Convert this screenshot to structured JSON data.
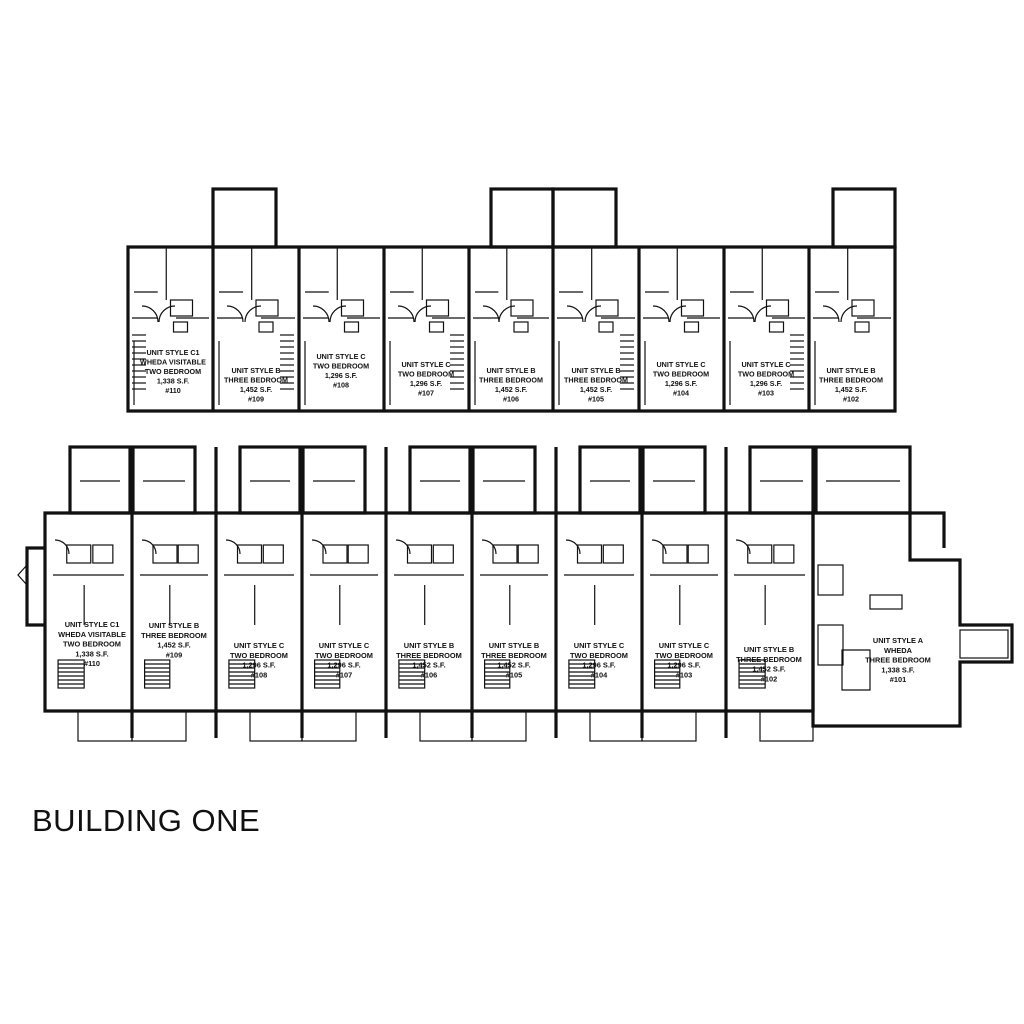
{
  "title": "BUILDING ONE",
  "floors": [
    {
      "name": "upper",
      "units": [
        {
          "lines": [
            "UNIT STYLE C1",
            "WHEDA VISITABLE",
            "TWO BEDROOM",
            "1,338 S.F.",
            "#110"
          ]
        },
        {
          "lines": [
            "UNIT STYLE B",
            "THREE BEDROOM",
            "1,452 S.F.",
            "#109"
          ]
        },
        {
          "lines": [
            "UNIT STYLE C",
            "TWO BEDROOM",
            "1,296 S.F.",
            "#108"
          ]
        },
        {
          "lines": [
            "UNIT STYLE C",
            "TWO BEDROOM",
            "1,296 S.F.",
            "#107"
          ]
        },
        {
          "lines": [
            "UNIT STYLE B",
            "THREE BEDROOM",
            "1,452 S.F.",
            "#106"
          ]
        },
        {
          "lines": [
            "UNIT STYLE B",
            "THREE BEDROOM",
            "1,452 S.F.",
            "#105"
          ]
        },
        {
          "lines": [
            "UNIT STYLE C",
            "TWO BEDROOM",
            "1,296 S.F.",
            "#104"
          ]
        },
        {
          "lines": [
            "UNIT STYLE C",
            "TWO BEDROOM",
            "1,296 S.F.",
            "#103"
          ]
        },
        {
          "lines": [
            "UNIT STYLE B",
            "THREE BEDROOM",
            "1,452 S.F.",
            "#102"
          ]
        }
      ]
    },
    {
      "name": "lower",
      "units": [
        {
          "lines": [
            "UNIT STYLE C1",
            "WHEDA VISITABLE",
            "TWO BEDROOM",
            "1,338 S.F.",
            "#110"
          ]
        },
        {
          "lines": [
            "UNIT STYLE B",
            "THREE BEDROOM",
            "1,452 S.F.",
            "#109"
          ]
        },
        {
          "lines": [
            "UNIT STYLE C",
            "TWO BEDROOM",
            "1,296 S.F.",
            "#108"
          ]
        },
        {
          "lines": [
            "UNIT STYLE C",
            "TWO BEDROOM",
            "1,296 S.F.",
            "#107"
          ]
        },
        {
          "lines": [
            "UNIT STYLE B",
            "THREE BEDROOM",
            "1,452 S.F.",
            "#106"
          ]
        },
        {
          "lines": [
            "UNIT STYLE B",
            "THREE BEDROOM",
            "1,452 S.F.",
            "#105"
          ]
        },
        {
          "lines": [
            "UNIT STYLE C",
            "TWO BEDROOM",
            "1,296 S.F.",
            "#104"
          ]
        },
        {
          "lines": [
            "UNIT STYLE C",
            "TWO BEDROOM",
            "1,296 S.F.",
            "#103"
          ]
        },
        {
          "lines": [
            "UNIT STYLE B",
            "THREE BEDROOM",
            "1,452 S.F.",
            "#102"
          ]
        },
        {
          "lines": [
            "UNIT STYLE A",
            "WHEDA",
            "THREE BEDROOM",
            "1,338 S.F.",
            "#101"
          ]
        }
      ]
    }
  ]
}
